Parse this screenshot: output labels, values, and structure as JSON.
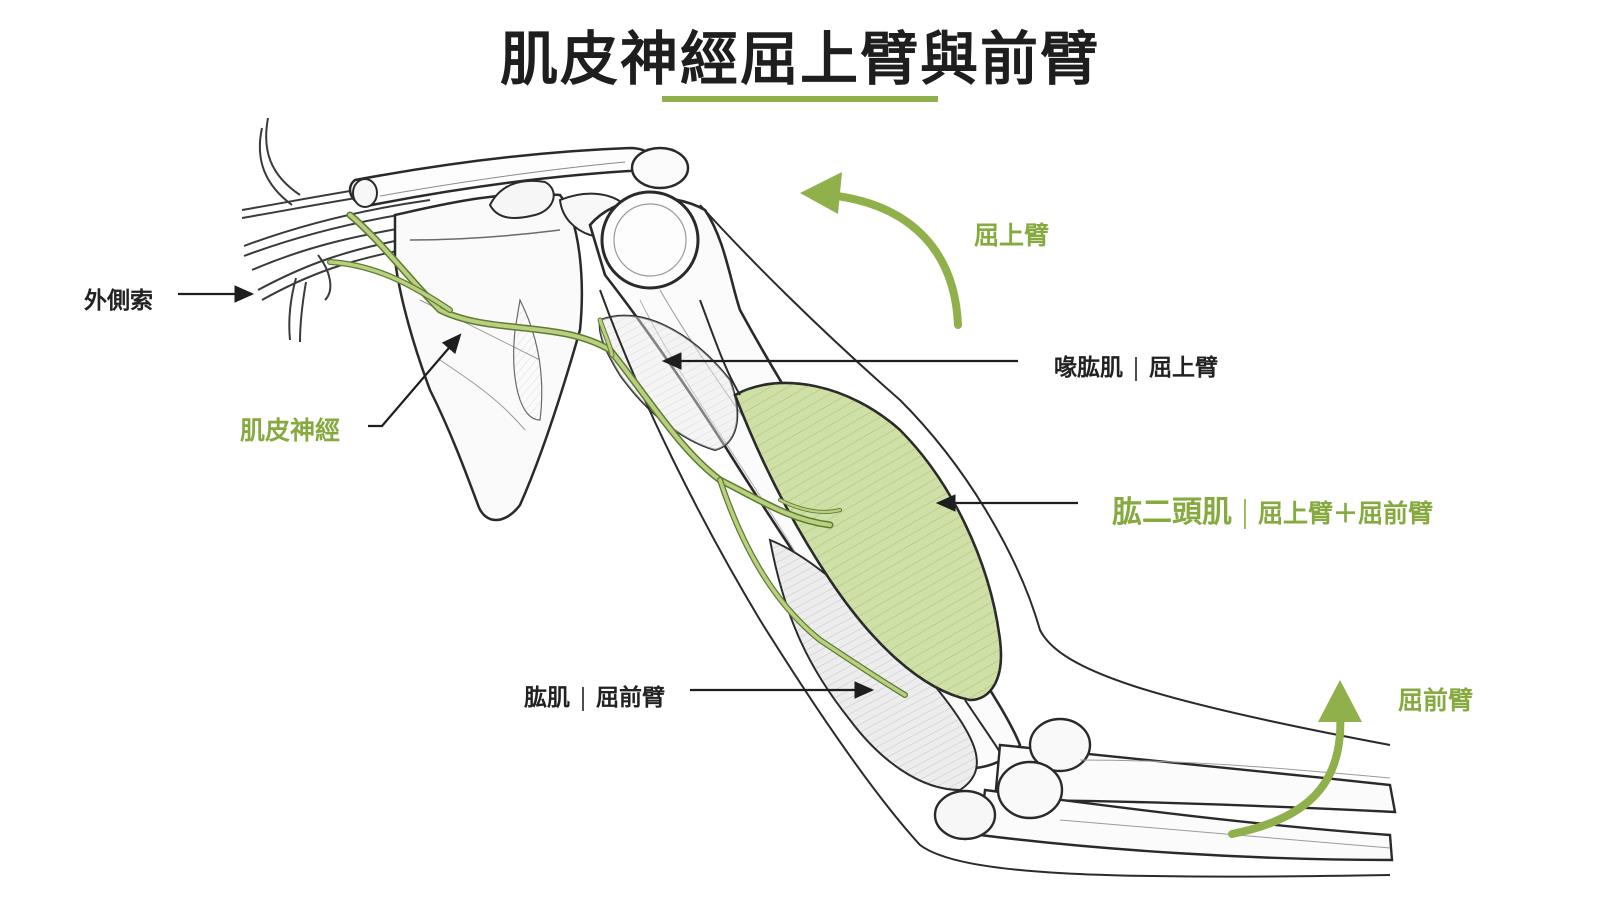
{
  "title": "肌皮神經屈上臂與前臂",
  "colors": {
    "accent_green": "#8fb04a",
    "label_green": "#86aa40",
    "muscle_fill": "#cfe0a6",
    "nerve": "#a9c46a",
    "ink": "#2a2a2a"
  },
  "labels": {
    "lateral_cord": "外側索",
    "musculocutaneous_nerve": "肌皮神經",
    "coracobrachialis": {
      "name": "喙肱肌",
      "action": "屈上臂"
    },
    "biceps": {
      "name": "肱二頭肌",
      "action": "屈上臂＋屈前臂"
    },
    "brachialis": {
      "name": "肱肌",
      "action": "屈前臂"
    },
    "flex_arm": "屈上臂",
    "flex_forearm": "屈前臂"
  },
  "icons": [
    "curved-arrow-icon"
  ]
}
